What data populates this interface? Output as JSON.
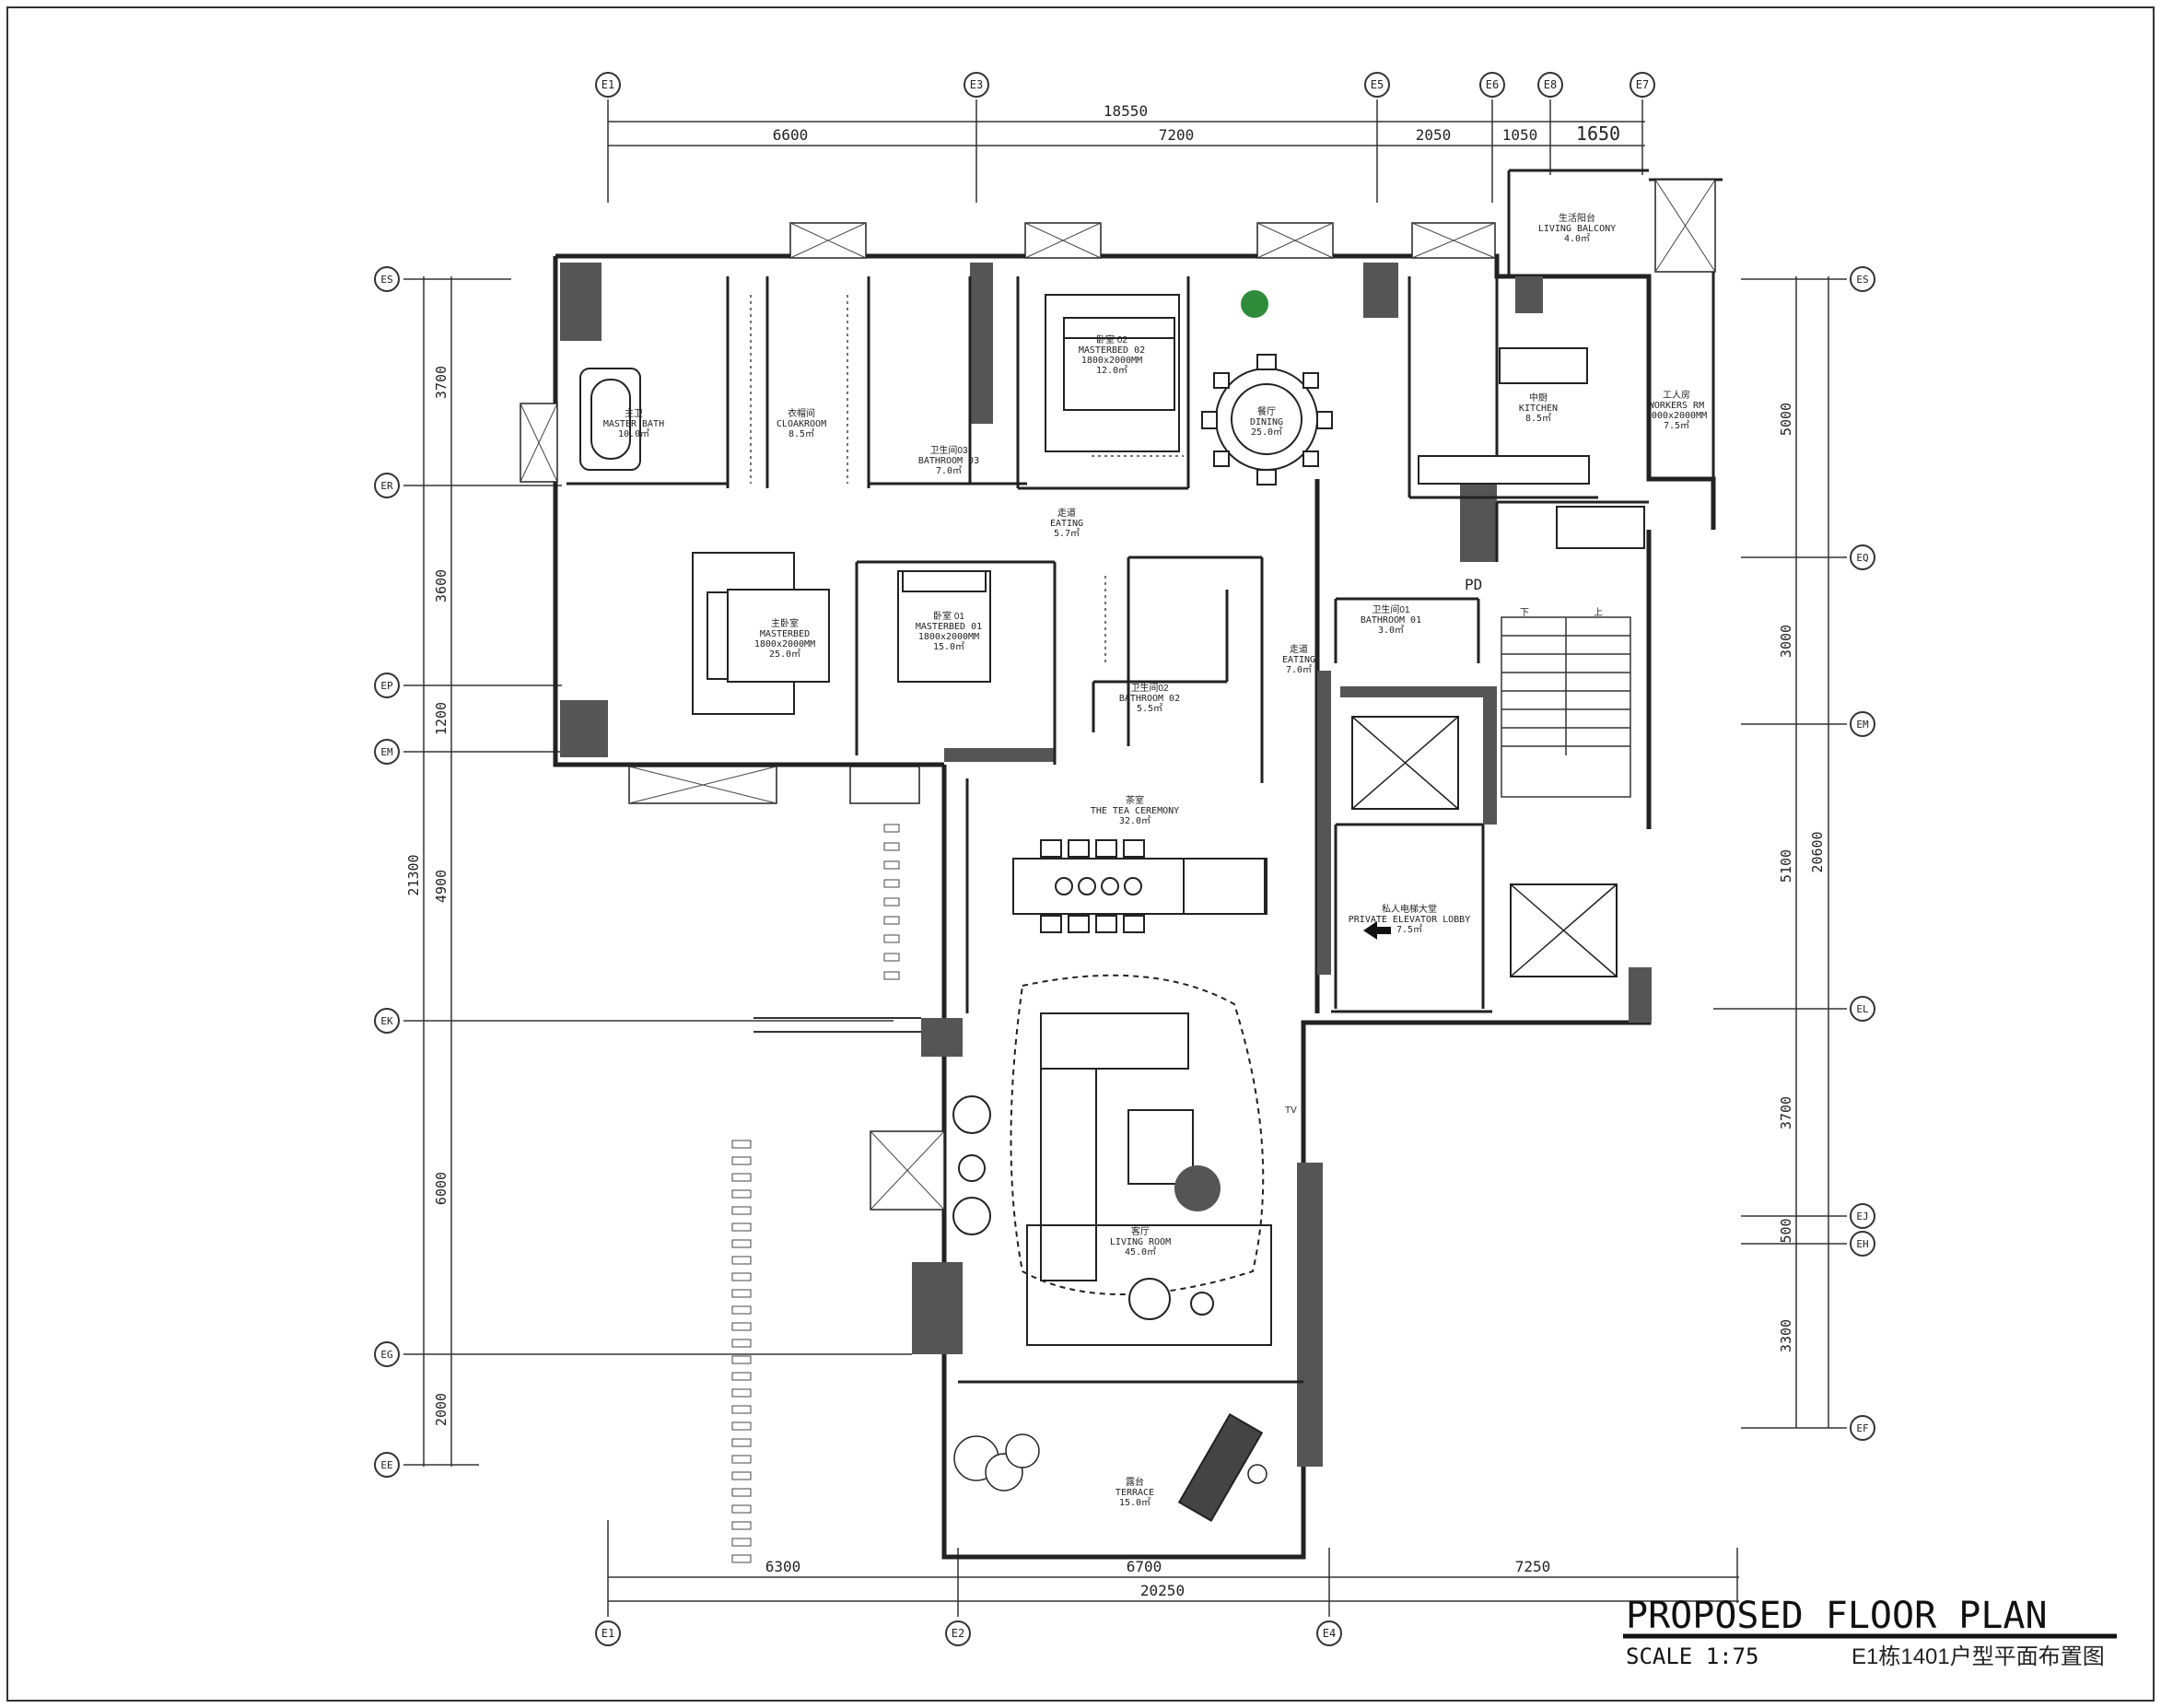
{
  "title_block": {
    "title": "PROPOSED FLOOR PLAN",
    "scale": "SCALE 1:75",
    "caption": "E1栋1401户型平面布置图"
  },
  "grid_top": [
    "E1",
    "E3",
    "E5",
    "E6",
    "E8",
    "E7"
  ],
  "grid_bottom": [
    "E1",
    "E2",
    "E4"
  ],
  "grid_left": [
    "ES",
    "ER",
    "EP",
    "EM",
    "EK",
    "EG",
    "EE"
  ],
  "grid_right": [
    "ES",
    "EQ",
    "EM",
    "EL",
    "EJ",
    "EH",
    "EF"
  ],
  "dims_top": {
    "total": "18550",
    "d1": "6600",
    "d2": "7200",
    "d3": "2050",
    "d4": "1050",
    "d5": "1650"
  },
  "dims_bottom": {
    "total": "20250",
    "d1": "6300",
    "d2": "6700",
    "d3": "7250"
  },
  "dims_left": {
    "total": "21300",
    "d1": "3700",
    "d2": "3600",
    "d3": "1200",
    "d4": "4900",
    "d5": "6000",
    "d6": "2000"
  },
  "dims_right": {
    "total": "20600",
    "d1": "5000",
    "d2": "3000",
    "d3": "5100",
    "d4": "3700",
    "d5": "500",
    "d6": "3300"
  },
  "rooms": [
    {
      "cn": "主卫",
      "en": "MASTER BATH",
      "area": "10.0㎡"
    },
    {
      "cn": "衣帽间",
      "en": "CLOAKROOM",
      "area": "8.5㎡"
    },
    {
      "cn": "卫生间03",
      "en": "BATHROOM 03",
      "area": "7.0㎡"
    },
    {
      "cn": "卧室 02",
      "en": "MASTERBED 02",
      "size": "1800x2000MM",
      "area": "12.0㎡"
    },
    {
      "cn": "餐厅",
      "en": "DINING",
      "area": "25.0㎡"
    },
    {
      "cn": "中厨",
      "en": "KITCHEN",
      "area": "8.5㎡"
    },
    {
      "cn": "生活阳台",
      "en": "LIVING BALCONY",
      "area": "4.0㎡"
    },
    {
      "cn": "工人房",
      "en": "WORKERS RM",
      "size": "1000x2000MM",
      "area": "7.5㎡"
    },
    {
      "cn": "主卧室",
      "en": "MASTERBED",
      "size": "1800x2000MM",
      "area": "25.0㎡"
    },
    {
      "cn": "卧室 01",
      "en": "MASTERBED 01",
      "size": "1800x2000MM",
      "area": "15.0㎡"
    },
    {
      "cn": "走道",
      "en": "EATING",
      "area": "5.7㎡"
    },
    {
      "cn": "卫生间02",
      "en": "BATHROOM 02",
      "area": "5.5㎡"
    },
    {
      "cn": "卫生间01",
      "en": "BATHROOM 01",
      "area": "3.0㎡"
    },
    {
      "cn": "走道",
      "en": "EATING",
      "area": "7.0㎡"
    },
    {
      "cn": "茶室",
      "en": "THE TEA CEREMONY",
      "area": "32.0㎡"
    },
    {
      "cn": "私人电梯大堂",
      "en": "PRIVATE ELEVATOR LOBBY",
      "area": "7.5㎡"
    },
    {
      "cn": "客厅",
      "en": "LIVING ROOM",
      "area": "45.0㎡"
    },
    {
      "cn": "露台",
      "en": "TERRACE",
      "area": "15.0㎡"
    }
  ],
  "misc": {
    "tv": "TV",
    "pd": "PD",
    "dn": "下",
    "up": "上"
  }
}
